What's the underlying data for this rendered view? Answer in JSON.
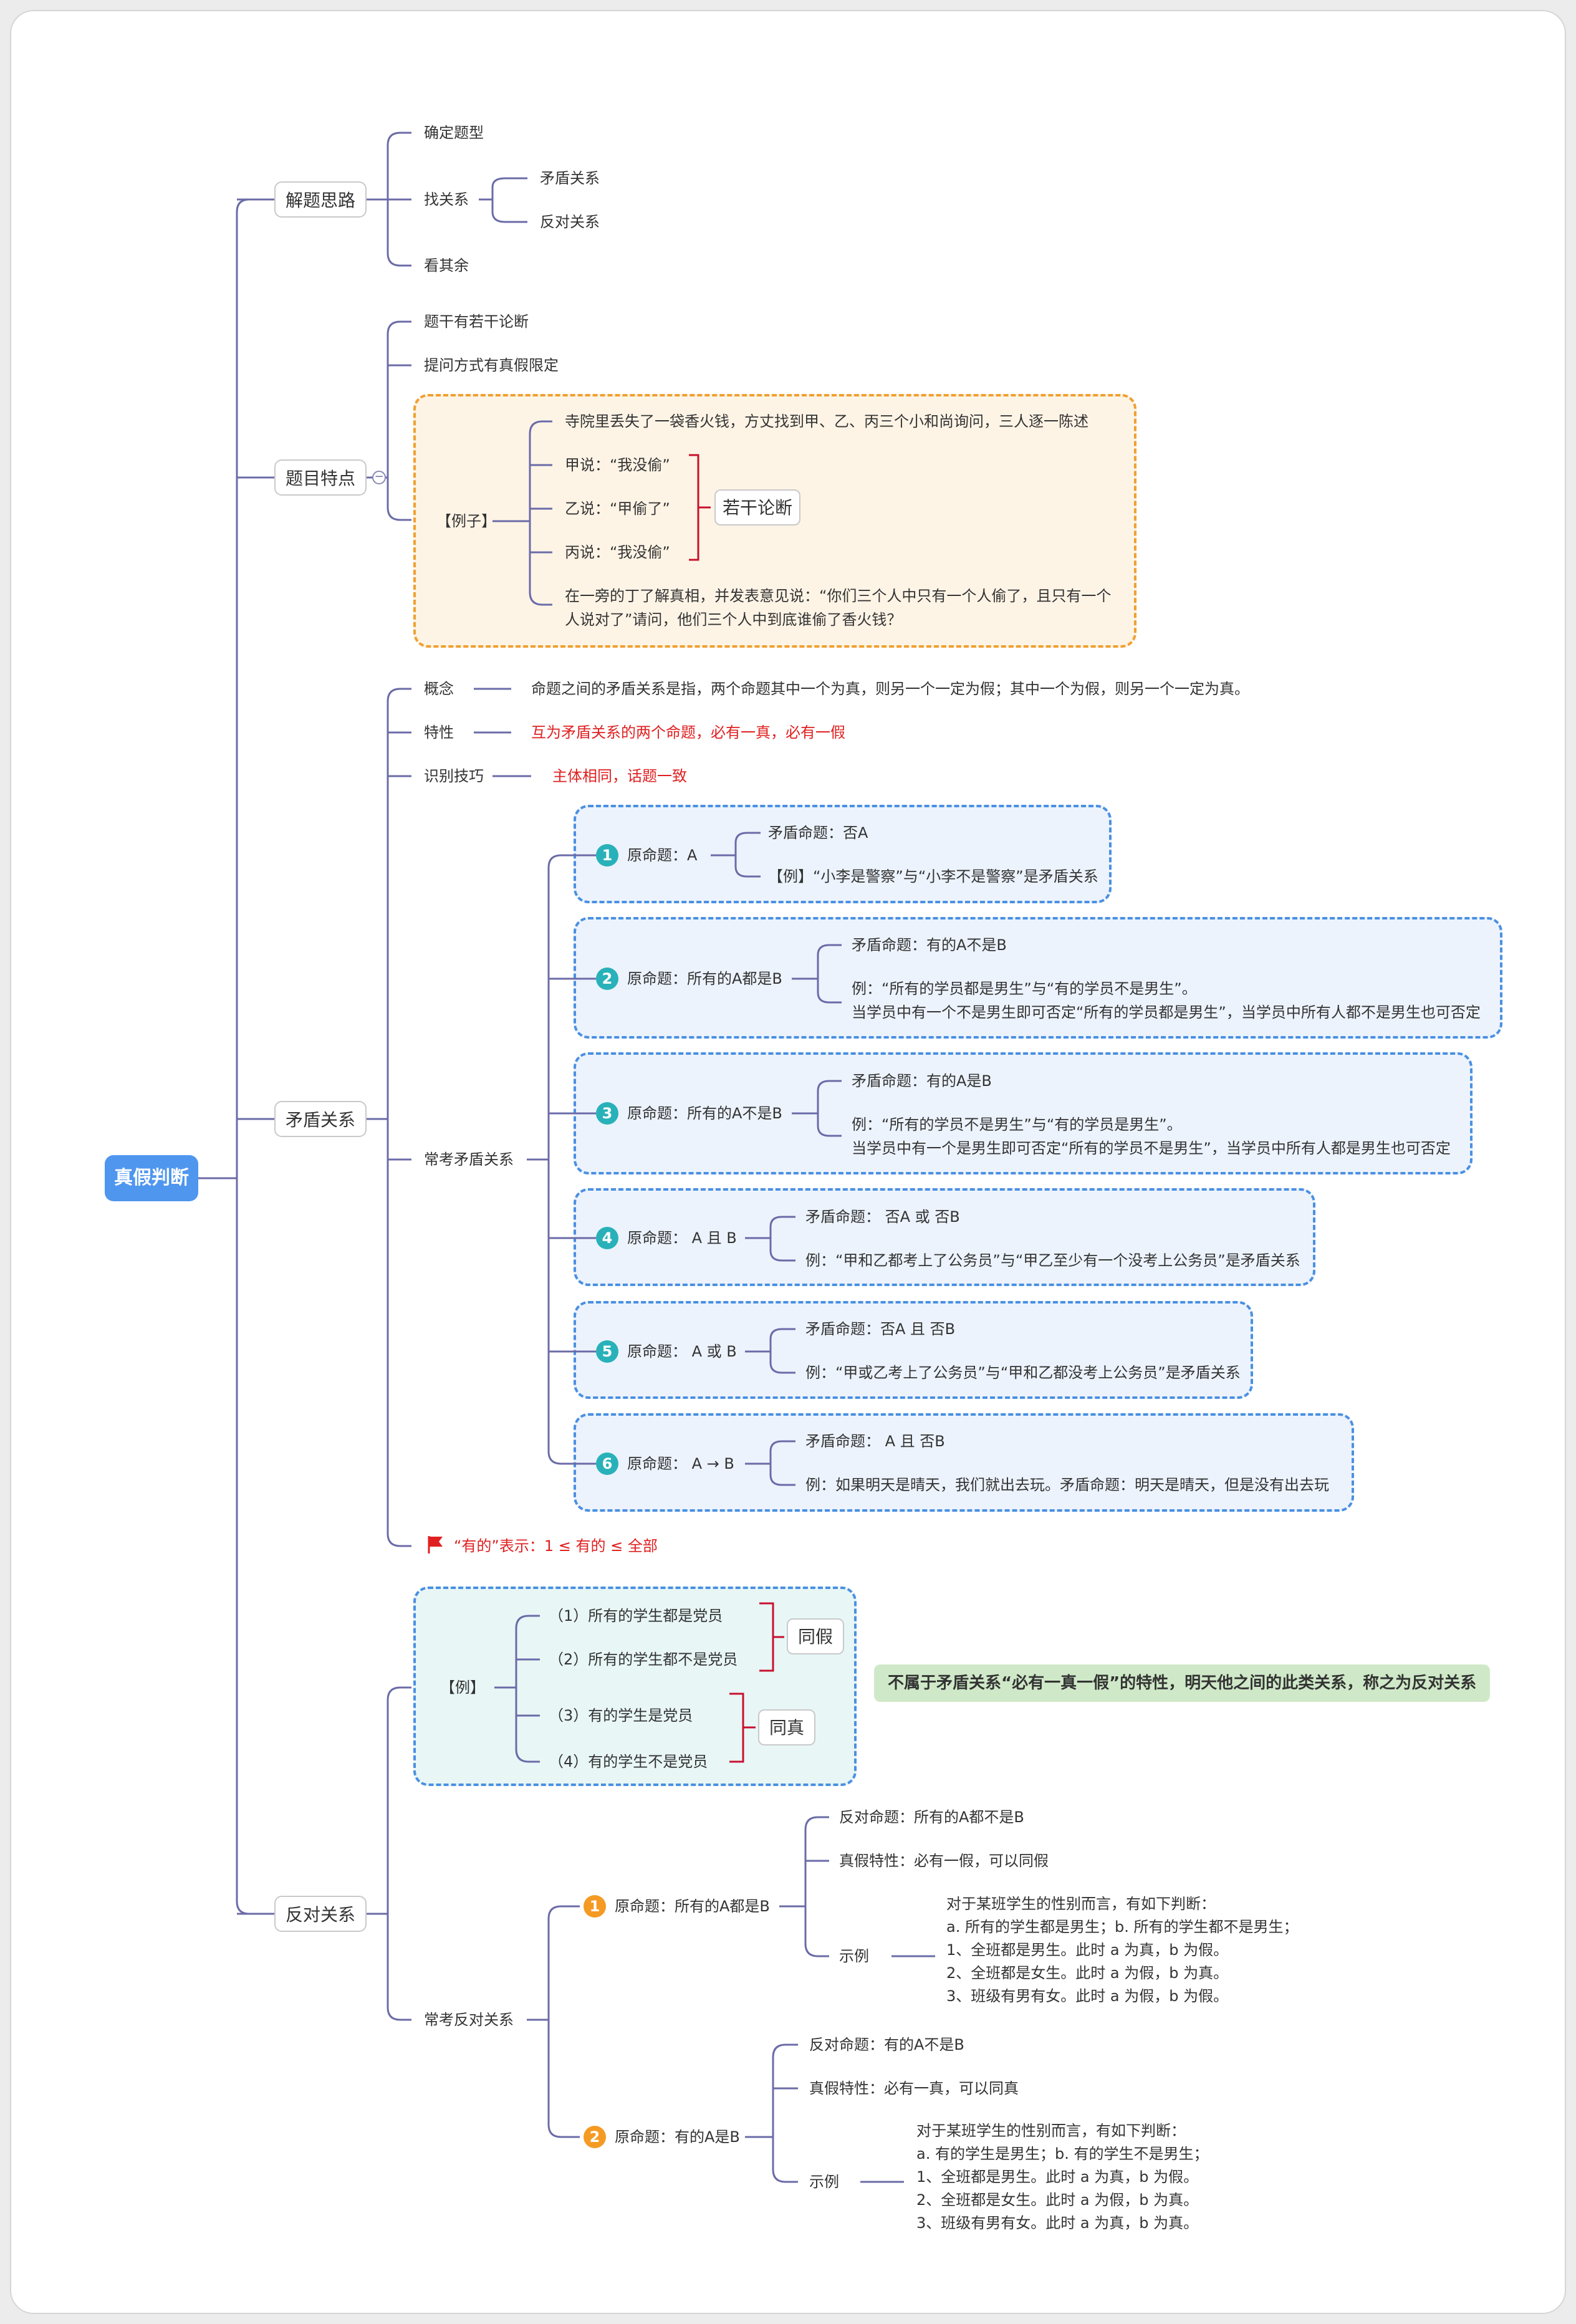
{
  "root": "真假判断",
  "branches": {
    "b1": {
      "label": "解题思路",
      "items": {
        "a": "确定题型",
        "b": "找关系",
        "b1": "矛盾关系",
        "b2": "反对关系",
        "c": "看其余"
      }
    },
    "b2": {
      "label": "题目特点",
      "items": {
        "a": "题干有若干论断",
        "b": "提问方式有真假限定"
      },
      "example": {
        "label": "【例子】",
        "lines": [
          "寺院里丢失了一袋香火钱，方丈找到甲、乙、丙三个小和尚询问，三人逐一陈述",
          "甲说：“我没偷”",
          "乙说：“甲偷了”",
          "丙说：“我没偷”",
          "在一旁的丁了解真相，并发表意见说：“你们三个人中只有一个人偷了，且只有一个",
          "人说对了”请问，他们三个人中到底谁偷了香火钱？"
        ],
        "tag": "若干论断"
      }
    },
    "b3": {
      "label": "矛盾关系",
      "concept_label": "概念",
      "concept": "命题之间的矛盾关系是指，两个命题其中一个为真，则另一个一定为假；其中一个为假，则另一个一定为真。",
      "trait_label": "特性",
      "trait": "互为矛盾关系的两个命题，必有一真，必有一假",
      "skill_label": "识别技巧",
      "skill": "主体相同，话题一致",
      "common_label": "常考矛盾关系",
      "cases": [
        {
          "num": "1",
          "orig": "原命题：A",
          "contra": "矛盾命题：否A",
          "ex": "【例】“小李是警察”与“小李不是警察”是矛盾关系",
          "ex2": ""
        },
        {
          "num": "2",
          "orig": "原命题：所有的A都是B",
          "contra": "矛盾命题：有的A不是B",
          "ex": "例：“所有的学员都是男生”与“有的学员不是男生”。",
          "ex2": "当学员中有一个不是男生即可否定“所有的学员都是男生”，当学员中所有人都不是男生也可否定"
        },
        {
          "num": "3",
          "orig": "原命题：所有的A不是B",
          "contra": "矛盾命题：有的A是B",
          "ex": "例：“所有的学员不是男生”与“有的学员是男生”。",
          "ex2": "当学员中有一个是男生即可否定“所有的学员不是男生”，当学员中所有人都是男生也可否定"
        },
        {
          "num": "4",
          "orig": "原命题： A 且 B",
          "contra": "矛盾命题： 否A 或 否B",
          "ex": "例：“甲和乙都考上了公务员”与“甲乙至少有一个没考上公务员”是矛盾关系",
          "ex2": ""
        },
        {
          "num": "5",
          "orig": "原命题： A 或 B",
          "contra": "矛盾命题：否A 且 否B",
          "ex": "例：“甲或乙考上了公务员”与“甲和乙都没考上公务员”是矛盾关系",
          "ex2": ""
        },
        {
          "num": "6",
          "orig": "原命题： A → B",
          "contra": "矛盾命题： A 且 否B",
          "ex": "例：如果明天是晴天，我们就出去玩。矛盾命题：明天是晴天，但是没有出去玩",
          "ex2": ""
        }
      ],
      "note": "“有的”表示：1 ≤ 有的 ≤ 全部"
    },
    "b4": {
      "label": "反对关系",
      "example": {
        "label": "【例】",
        "items": [
          "（1）所有的学生都是党员",
          "（2）所有的学生都不是党员",
          "（3）有的学生是党员",
          "（4）有的学生不是党员"
        ],
        "tag1": "同假",
        "tag2": "同真"
      },
      "summary": "不属于矛盾关系“必有一真一假”的特性，明天他之间的此类关系，称之为反对关系",
      "common_label": "常考反对关系",
      "cases": [
        {
          "num": "1",
          "orig": "原命题：所有的A都是B",
          "contra": "反对命题：所有的A都不是B",
          "trait": "真假特性：必有一假，可以同假",
          "demo_label": "示例",
          "demo": [
            "对于某班学生的性别而言，有如下判断：",
            "a. 所有的学生都是男生；b. 所有的学生都不是男生；",
            "1、全班都是男生。此时 a 为真，b 为假。",
            "2、全班都是女生。此时 a 为假，b 为真。",
            "3、班级有男有女。此时 a 为假，b 为假。"
          ]
        },
        {
          "num": "2",
          "orig": "原命题：有的A是B",
          "contra": "反对命题：有的A不是B",
          "trait": "真假特性：必有一真，可以同真",
          "demo_label": "示例",
          "demo": [
            "对于某班学生的性别而言，有如下判断：",
            "a. 有的学生是男生；b. 有的学生不是男生；",
            "1、全班都是男生。此时 a 为真，b 为假。",
            "2、全班都是女生。此时 a 为假，b 为真。",
            "3、班级有男有女。此时 a 为真，b 为真。"
          ]
        }
      ]
    }
  },
  "colors": {
    "root": "#4f96ef",
    "line": "#6b6ba8",
    "red": "#e02020",
    "orange_border": "#f0a030",
    "blue_border": "#4a90e2",
    "teal_badge": "#29b1b9",
    "orange_badge": "#f59a23",
    "green_box": "#cfe9c8"
  }
}
